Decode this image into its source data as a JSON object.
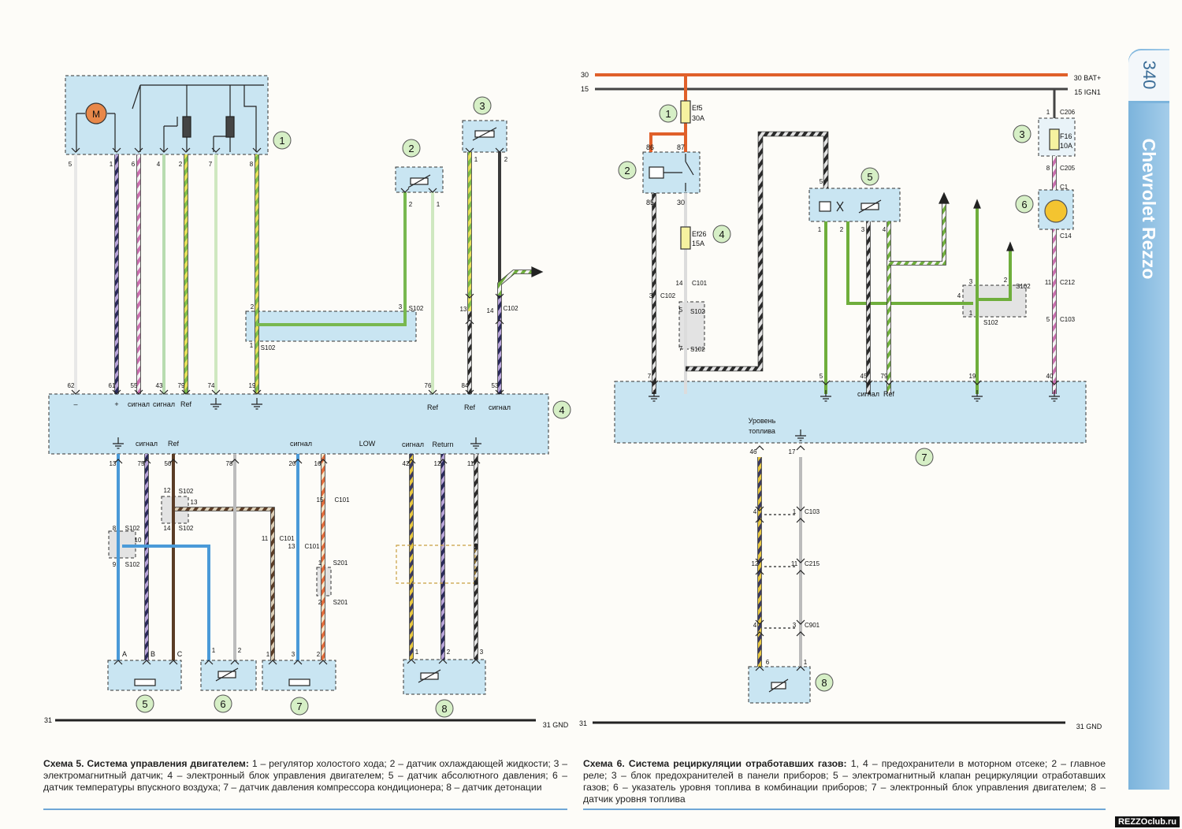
{
  "page_number": "340",
  "brand": "Chevrolet Rezzo",
  "site": "REZZOclub.ru",
  "captions": {
    "scheme5_title": "Схема 5. Система управления двигателем:",
    "scheme5_text": " 1 – регулятор холостого хода; 2 – датчик охлаждающей жидкости; 3 – электромагнитный датчик; 4 – электронный блок управления двигателем; 5 – датчик абсолютного давления; 6 – датчик температуры впускного воздуха; 7 – датчик давления компрессора кондиционера; 8 – датчик детонации",
    "scheme6_title": "Схема 6. Система рециркуляции отработавших газов:",
    "scheme6_text": " 1, 4 – предохранители в моторном отсеке; 2 – главное реле; 3 – блок предохранителей в панели приборов; 5 – электромагнитный клапан рециркуляции отработавших газов; 6 – указатель уровня топлива в комбинации приборов; 7 – электронный блок управления двигателем; 8 – датчик уровня топлива"
  },
  "left": {
    "ecu_top_pins": [
      "62",
      "61",
      "55",
      "43",
      "79",
      "74",
      "19",
      "76",
      "84",
      "53"
    ],
    "ecu_top_labels": [
      "–",
      "+",
      "сигнал",
      "сигнал",
      "Ref",
      "Ref",
      "Ref",
      "сигнал"
    ],
    "ecu_bottom_pins": [
      "13",
      "75",
      "50",
      "78",
      "20",
      "16",
      "42",
      "12",
      "11"
    ],
    "ecu_bottom_labels": [
      "сигнал",
      "Ref",
      "сигнал",
      "LOW",
      "сигнал",
      "Return"
    ],
    "comp1_pins": [
      "5",
      "1",
      "6",
      "4",
      "2",
      "7",
      "8"
    ],
    "motor_label": "M",
    "comp2_pins": [
      "2",
      "1"
    ],
    "comp3_pins": [
      "1",
      "2"
    ],
    "c102_pins": [
      "13",
      "14"
    ],
    "s102_labels": [
      "S102",
      "S102",
      "S102",
      "S102",
      "S102",
      "S102"
    ],
    "s102_pins": [
      "2",
      "3",
      "1",
      "12",
      "13",
      "14",
      "8",
      "10",
      "9"
    ],
    "c101_labels": [
      "C101",
      "C101",
      "C101"
    ],
    "c101_pins": [
      "11",
      "13",
      "15"
    ],
    "s201_labels": [
      "S201",
      "S201"
    ],
    "s201_pins": [
      "1",
      "2"
    ],
    "comp5_pins": [
      "A",
      "B",
      "C"
    ],
    "comp6_pins": [
      "1",
      "2"
    ],
    "comp7_pins": [
      "1",
      "3",
      "2"
    ],
    "comp8_pins": [
      "1",
      "2",
      "3"
    ],
    "connector_c102": "C102",
    "gnd_left": "31",
    "gnd_right": "31 GND",
    "callouts": [
      "1",
      "2",
      "3",
      "4",
      "5",
      "6",
      "7",
      "8"
    ]
  },
  "right": {
    "bus30_left": "30",
    "bus15_left": "15",
    "bus30_right": "30  BAT+",
    "bus15_right": "15  IGN1",
    "ef5": "Ef5",
    "ef5_amp": "30A",
    "ef26": "Ef26",
    "ef26_amp": "15A",
    "relay_pins": [
      "86",
      "87",
      "85",
      "30"
    ],
    "c101_pin": "14",
    "c101": "C101",
    "c102_pin": "3",
    "c102": "C102",
    "s102_pins": [
      "5",
      "7"
    ],
    "s102": "S102",
    "f16": "F16",
    "f16_amp": "10A",
    "c206_pin": "1",
    "c206": "C206",
    "c205_pin": "8",
    "c205": "C205",
    "c1": "C1",
    "c14": "C14",
    "c212_pin": "11",
    "c212": "C212",
    "c103_pin": "5",
    "c103": "C103",
    "valve_pins": [
      "5",
      "1",
      "2",
      "3",
      "4"
    ],
    "splice_pins": [
      "3",
      "2",
      "4",
      "1"
    ],
    "splice_label": "S102",
    "ecu_top_pins": [
      "7",
      "5",
      "45",
      "79",
      "19",
      "40"
    ],
    "ecu_top_labels": [
      "сигнал",
      "Ref"
    ],
    "fuel_label_1": "Уровень",
    "fuel_label_2": "топлива",
    "ecu_bottom_pins": [
      "46",
      "17"
    ],
    "c103b": [
      "4",
      "1",
      "C103"
    ],
    "c215": [
      "12",
      "11",
      "C215"
    ],
    "c901": [
      "4",
      "3",
      "C901"
    ],
    "sender_pins": [
      "6",
      "1"
    ],
    "gnd_left": "31",
    "gnd_right": "31 GND",
    "callouts": [
      "1",
      "2",
      "3",
      "4",
      "5",
      "6",
      "7",
      "8"
    ]
  },
  "colors": {
    "battery": "#e0602a",
    "ign": "#444444",
    "dashed_box": "#c9e5f2",
    "callout": "#d6efc6"
  }
}
